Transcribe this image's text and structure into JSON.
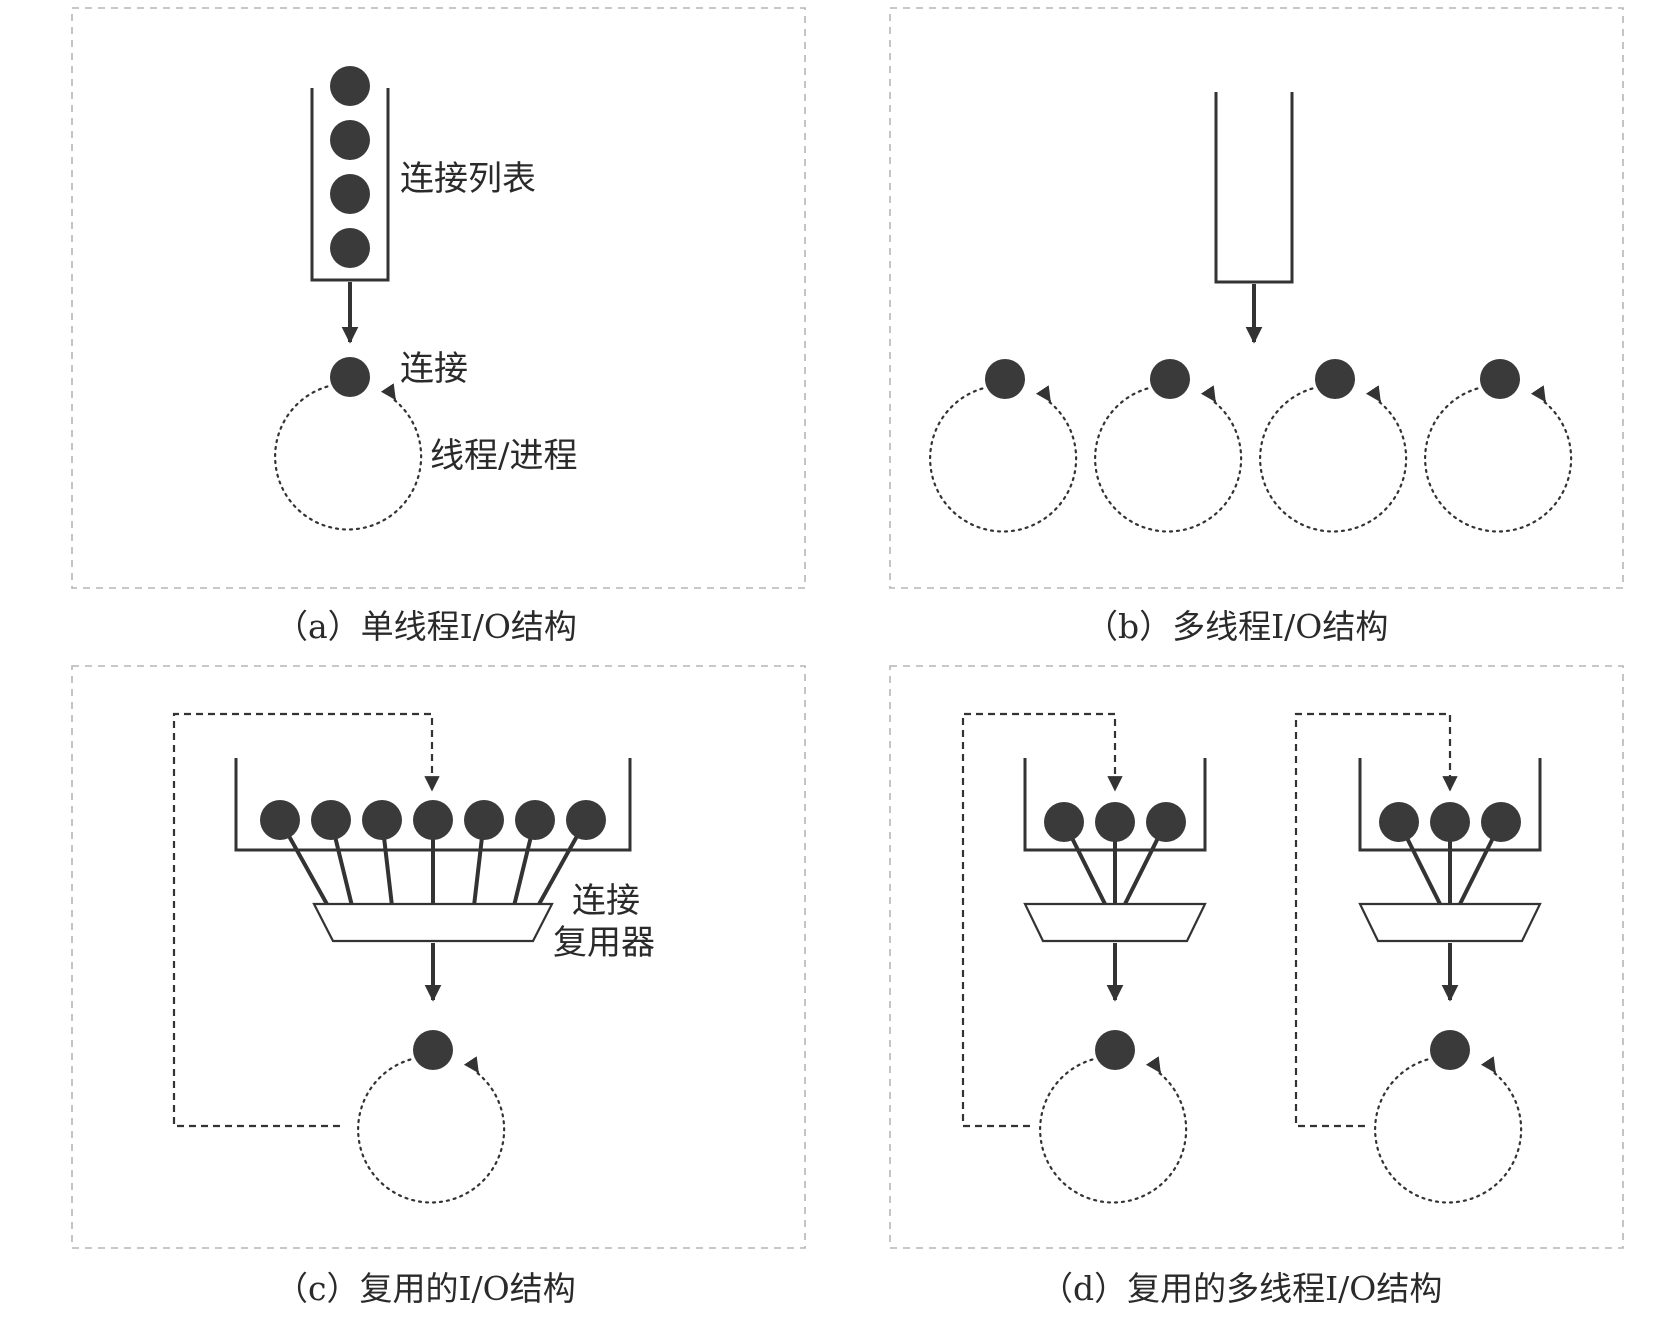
{
  "panels": {
    "a": {
      "caption": "（a）单线程I/O结构",
      "queue_label": "连接列表",
      "connection_label": "连接",
      "thread_label": "线程/进程"
    },
    "b": {
      "caption": "（b）多线程I/O结构"
    },
    "c": {
      "caption": "（c）复用的I/O结构",
      "mux_label_line1": "连接",
      "mux_label_line2": "复用器"
    },
    "d": {
      "caption": "（d）复用的多线程I/O结构"
    }
  },
  "colors": {
    "ink": "#333333",
    "ball": "#3a3a3a",
    "frame": "#b5b5b5"
  }
}
